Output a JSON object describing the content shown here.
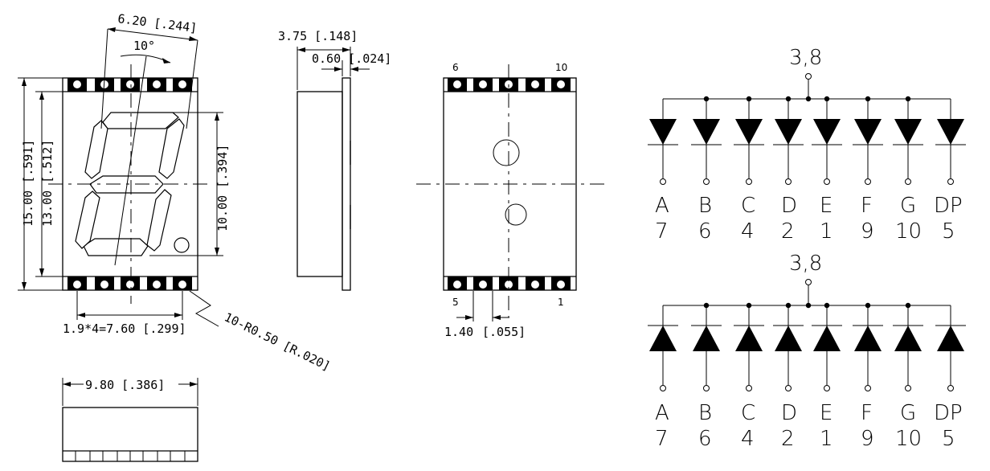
{
  "front_view": {
    "width_label": "6.20 [.244]",
    "angle_label": "10°",
    "height_total_label": "15.00 [.591]",
    "height_body_label": "13.00 [.512]",
    "digit_height_label": "10.00 [.394]",
    "pitch_label": "1.9*4=7.60 [.299]",
    "radius_label": "10-R0.50 [R.020]"
  },
  "side_view": {
    "depth_label": "3.75 [.148]",
    "thickness_label": "0.60 [.024]"
  },
  "bottom_view": {
    "pin_top_left": "6",
    "pin_top_right": "10",
    "pin_bottom_left": "5",
    "pin_bottom_right": "1",
    "pad_width_label_a": "1.40",
    "pad_width_label_b": "[.055]"
  },
  "top_view": {
    "width_label": "9.80 [.386]"
  },
  "schematics": [
    {
      "common_label": "3,8",
      "diode_direction": "down",
      "segments": [
        "A",
        "B",
        "C",
        "D",
        "E",
        "F",
        "G",
        "DP"
      ],
      "pins": [
        "7",
        "6",
        "4",
        "2",
        "1",
        "9",
        "10",
        "5"
      ]
    },
    {
      "common_label": "3,8",
      "diode_direction": "up",
      "segments": [
        "A",
        "B",
        "C",
        "D",
        "E",
        "F",
        "G",
        "DP"
      ],
      "pins": [
        "7",
        "6",
        "4",
        "2",
        "1",
        "9",
        "10",
        "5"
      ]
    }
  ]
}
